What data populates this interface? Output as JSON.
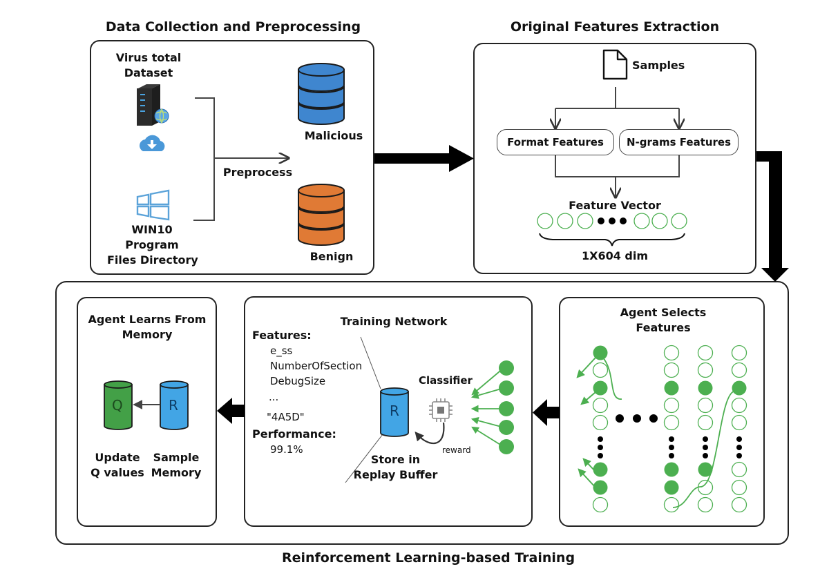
{
  "sections": {
    "data_collection": {
      "title": "Data Collection and Preprocessing",
      "source_1": "Virus total\nDataset",
      "source_1_line1": "Virus total",
      "source_1_line2": "Dataset",
      "source_2_line1": "WIN10",
      "source_2_line2": "Program",
      "source_2_line3": "Files Directory",
      "process_label": "Preprocess",
      "output_1": "Malicious",
      "output_2": "Benign",
      "colors": {
        "malicious": "#3f86cf",
        "benign": "#e07a35",
        "icon_blue": "#4a98d8"
      }
    },
    "feature_extraction": {
      "title": "Original Features Extraction",
      "samples_label": "Samples",
      "branch_1": "Format Features",
      "branch_2": "N-grams Features",
      "vector_label": "Feature Vector",
      "dimension_label": "1X604 dim"
    },
    "rl_training": {
      "title": "Reinforcement Learning-based Training",
      "agent_learns": {
        "title_line1": "Agent Learns From",
        "title_line2": "Memory",
        "q_label": "Q",
        "r_label": "R",
        "caption_1_line1": "Update",
        "caption_1_line2": "Q values",
        "caption_2_line1": "Sample",
        "caption_2_line2": "Memory"
      },
      "training_network": {
        "title": "Training Network",
        "features_heading": "Features:",
        "features": [
          "e_ss",
          "NumberOfSection",
          "DebugSize",
          "...",
          "\"4A5D\""
        ],
        "performance_heading": "Performance:",
        "performance_value": "99.1%",
        "buffer_label": "R",
        "buffer_caption_line1": "Store in",
        "buffer_caption_line2": "Replay Buffer",
        "classifier_label": "Classifier",
        "reward_label": "reward"
      },
      "agent_selects": {
        "title_line1": "Agent Selects",
        "title_line2": "Features"
      },
      "colors": {
        "green": "#4caf50",
        "q_green": "#43a047",
        "r_blue": "#42a5e5"
      }
    }
  }
}
